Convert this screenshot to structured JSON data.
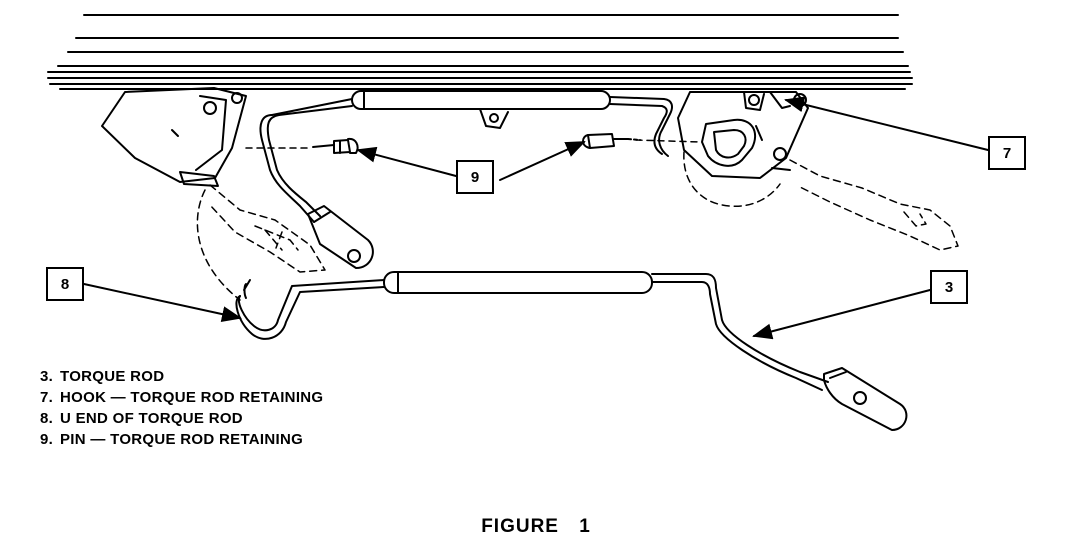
{
  "callouts": {
    "c9": "9",
    "c7": "7",
    "c8": "8",
    "c3": "3"
  },
  "legend": [
    {
      "num": "3.",
      "text": "TORQUE ROD"
    },
    {
      "num": "7.",
      "text": "HOOK — TORQUE ROD RETAINING"
    },
    {
      "num": "8.",
      "text": "U END OF TORQUE ROD"
    },
    {
      "num": "9.",
      "text": "PIN — TORQUE ROD RETAINING"
    }
  ],
  "caption": "FIGURE 1"
}
